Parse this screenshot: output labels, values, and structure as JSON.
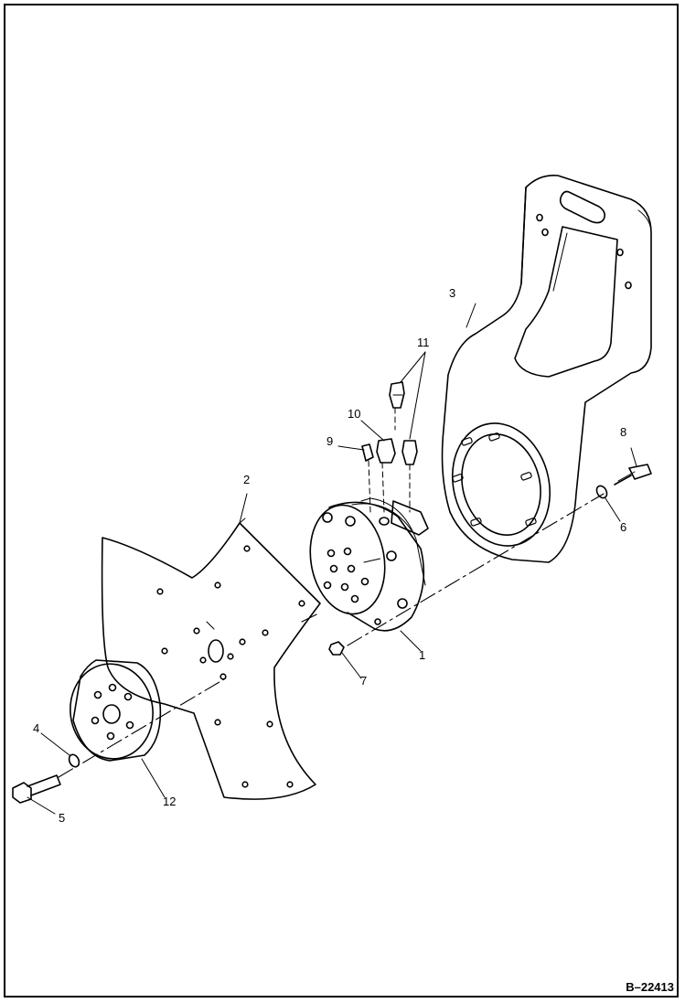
{
  "figure": {
    "code": "B–22413"
  },
  "callouts": [
    {
      "id": "c1",
      "label": "1"
    },
    {
      "id": "c2",
      "label": "2"
    },
    {
      "id": "c3",
      "label": "3"
    },
    {
      "id": "c4",
      "label": "4"
    },
    {
      "id": "c5",
      "label": "5"
    },
    {
      "id": "c6",
      "label": "6"
    },
    {
      "id": "c7",
      "label": "7"
    },
    {
      "id": "c8",
      "label": "8"
    },
    {
      "id": "c9",
      "label": "9"
    },
    {
      "id": "c10",
      "label": "10"
    },
    {
      "id": "c11",
      "label": "11"
    },
    {
      "id": "c12",
      "label": "12"
    }
  ]
}
